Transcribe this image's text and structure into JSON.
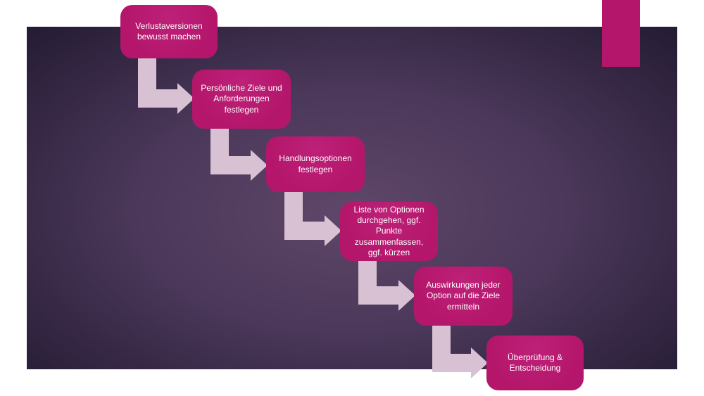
{
  "colors": {
    "accent": "#b4166b",
    "arrow": "#d8c1d2",
    "background_center": "#5f4769",
    "background_edge": "#241b33",
    "box_text": "#ffffff"
  },
  "diagram": {
    "type": "step-process",
    "steps": [
      {
        "label": "Verlustaversionen bewusst machen"
      },
      {
        "label": "Persönliche Ziele und Anforderungen festlegen"
      },
      {
        "label": "Handlungsoptionen festlegen"
      },
      {
        "label": "Liste von Optionen durchgehen, ggf. Punkte zusammenfassen, ggf. kürzen"
      },
      {
        "label": "Auswirkungen jeder Option auf die Ziele ermitteln"
      },
      {
        "label": "Überprüfung & Entscheidung"
      }
    ]
  }
}
